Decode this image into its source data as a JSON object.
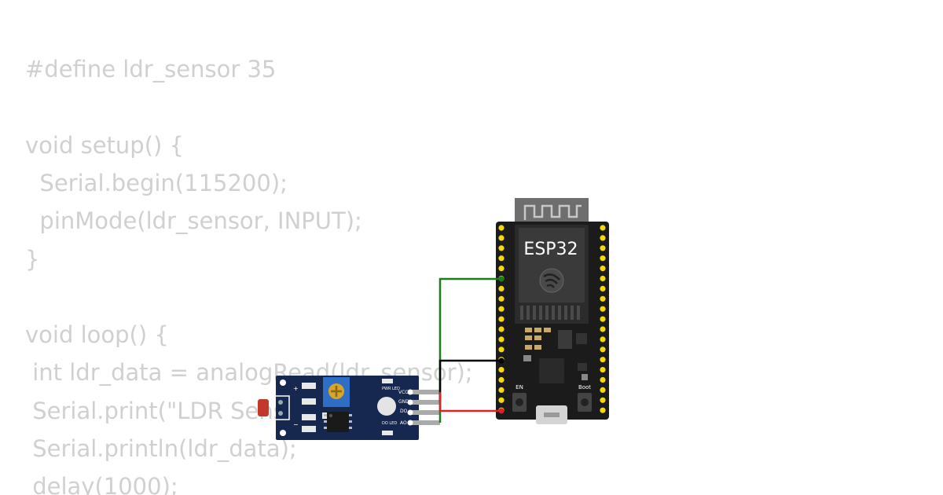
{
  "code": {
    "lines": [
      "#define ldr_sensor 35",
      "",
      "void setup() {",
      "  Serial.begin(115200);",
      "  pinMode(ldr_sensor, INPUT);",
      "}",
      "",
      "void loop() {",
      " int ldr_data = analogRead(ldr_sensor);",
      " Serial.print(\"LDR Sensor: \");",
      " Serial.println(ldr_data);",
      " delay(1000);"
    ]
  },
  "esp32": {
    "label": "ESP32",
    "en_label": "EN",
    "boot_label": "Boot"
  },
  "ldr_module": {
    "pwr_led_label": "PWR LED",
    "do_led_label": "DO LED",
    "plus_label": "+",
    "minus_label": "−",
    "pins": [
      "VCC",
      "GND",
      "DO",
      "AO"
    ]
  },
  "colors": {
    "code_text": "#d0d0d0",
    "board": "#1b1b1b",
    "module_board": "#16284f",
    "pin": "#f5d90a",
    "wire_signal": "#1a7f1a",
    "wire_gnd": "#000000",
    "wire_vcc": "#e02020"
  }
}
